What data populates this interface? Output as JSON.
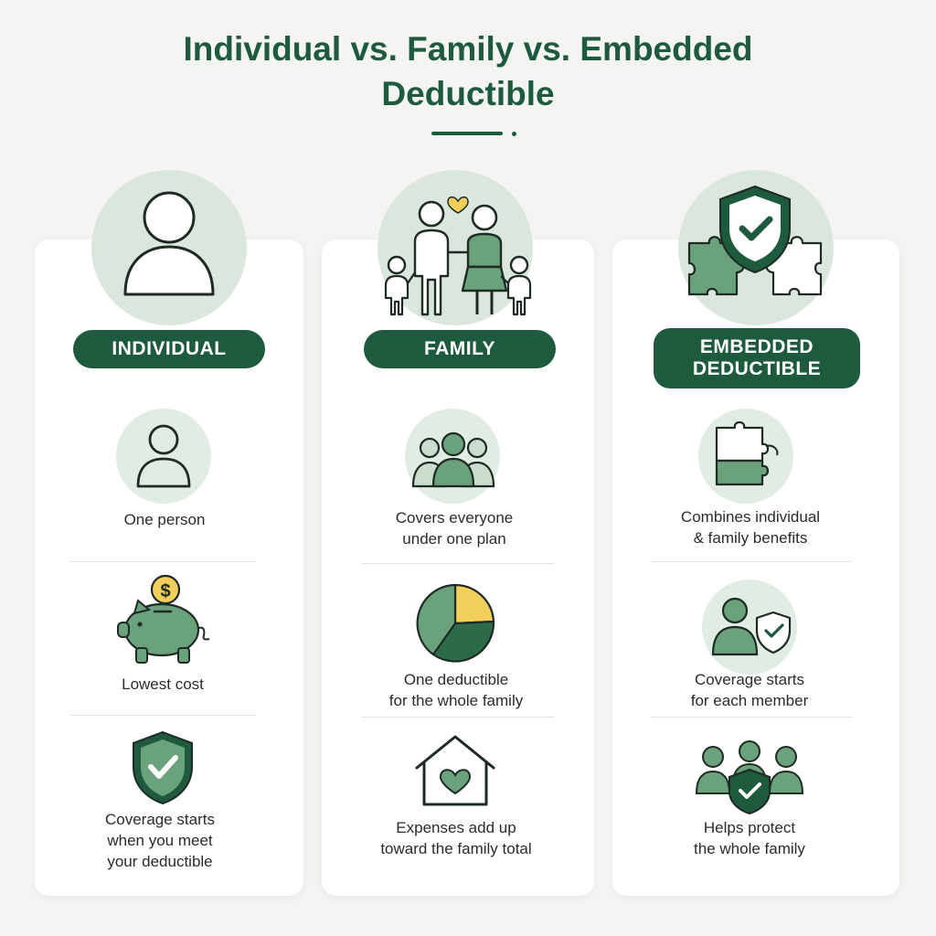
{
  "title": "Individual vs. Family vs. Embedded\nDeductible",
  "colors": {
    "dark_green": "#1e5a3d",
    "mid_green": "#6aa27b",
    "light_green": "#dbe7dd",
    "yellow": "#f2cf5b",
    "background": "#f4f5f2"
  },
  "columns": [
    {
      "label": "INDIVIDUAL",
      "hero_icon": "person-outline-icon",
      "items": [
        {
          "icon": "person-icon",
          "text": "One person"
        },
        {
          "icon": "piggy-bank-icon",
          "text": "Lowest cost"
        },
        {
          "icon": "shield-check-icon",
          "text": "Coverage starts\nwhen you meet\nyour deductible"
        }
      ]
    },
    {
      "label": "FAMILY",
      "hero_icon": "family-icon",
      "items": [
        {
          "icon": "group-icon",
          "text": "Covers everyone\nunder one plan"
        },
        {
          "icon": "pie-chart-icon",
          "text": "One deductible\nfor the whole family"
        },
        {
          "icon": "house-heart-icon",
          "text": "Expenses add up\ntoward the family total"
        }
      ]
    },
    {
      "label": "EMBEDDED\nDEDUCTIBLE",
      "hero_icon": "shield-puzzle-icon",
      "items": [
        {
          "icon": "puzzle-icon",
          "text": "Combines individual\n& family benefits"
        },
        {
          "icon": "person-shield-icon",
          "text": "Coverage starts\nfor each member"
        },
        {
          "icon": "group-shield-icon",
          "text": "Helps protect\nthe whole family"
        }
      ]
    }
  ]
}
